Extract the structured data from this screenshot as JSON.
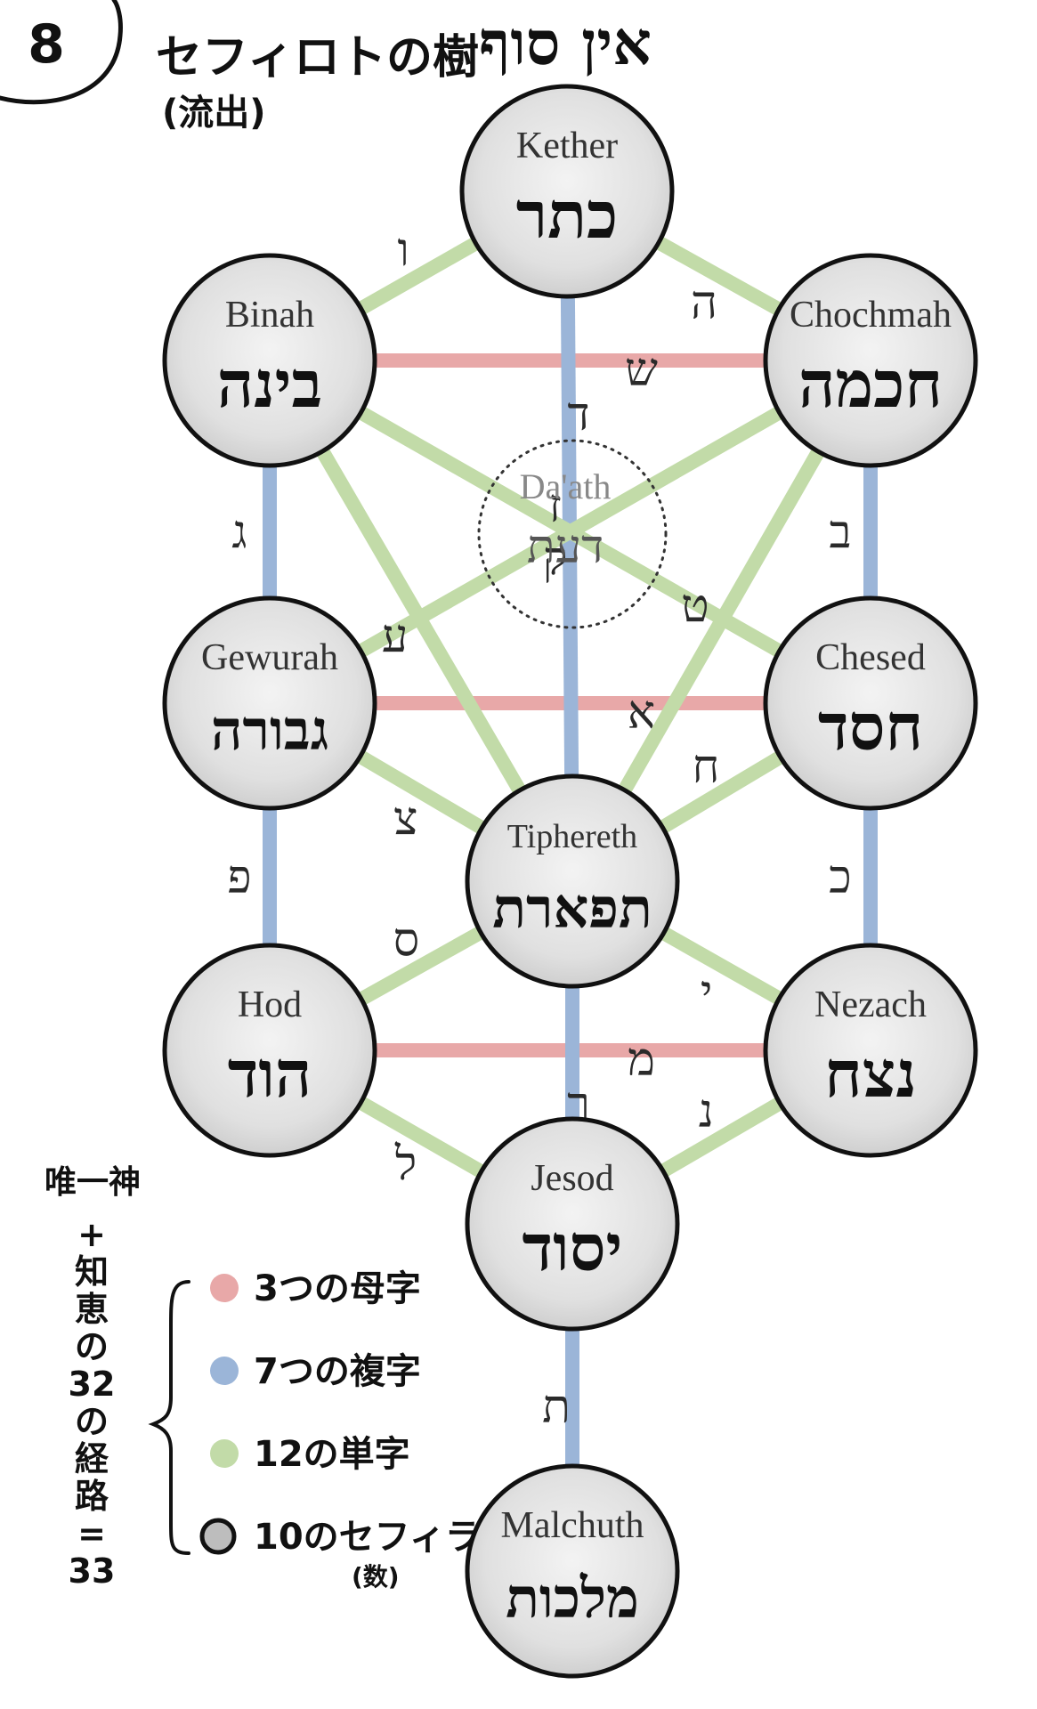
{
  "page_number": "8",
  "title": "セフィロトの樹",
  "subtitle": "(流出)",
  "ein_sof": "אין סוף",
  "colors": {
    "mother": "#e8a8a8",
    "double": "#9bb5d8",
    "simple": "#c2dba8",
    "node_fill": "#e3e3e3",
    "node_stroke": "#111111"
  },
  "sephiroth": [
    {
      "id": "kether",
      "name": "Kether",
      "hebrew": "כתר"
    },
    {
      "id": "binah",
      "name": "Binah",
      "hebrew": "בינה"
    },
    {
      "id": "chochmah",
      "name": "Chochmah",
      "hebrew": "חכמה"
    },
    {
      "id": "daath",
      "name": "Da'ath",
      "hebrew": "דעת"
    },
    {
      "id": "gewurah",
      "name": "Gewurah",
      "hebrew": "גבורה"
    },
    {
      "id": "chesed",
      "name": "Chesed",
      "hebrew": "חסד"
    },
    {
      "id": "tiphereth",
      "name": "Tiphereth",
      "hebrew": "תפארת"
    },
    {
      "id": "hod",
      "name": "Hod",
      "hebrew": "הוד"
    },
    {
      "id": "nezach",
      "name": "Nezach",
      "hebrew": "נצח"
    },
    {
      "id": "jesod",
      "name": "Jesod",
      "hebrew": "יסוד"
    },
    {
      "id": "malchuth",
      "name": "Malchuth",
      "hebrew": "מלכות"
    }
  ],
  "paths": [
    {
      "from": "binah",
      "to": "chochmah",
      "type": "mother",
      "letter": "ש"
    },
    {
      "from": "gewurah",
      "to": "chesed",
      "type": "mother",
      "letter": "א"
    },
    {
      "from": "hod",
      "to": "nezach",
      "type": "mother",
      "letter": "מ"
    },
    {
      "from": "kether",
      "to": "tiphereth",
      "type": "double",
      "letter": "ד"
    },
    {
      "from": "binah",
      "to": "gewurah",
      "type": "double",
      "letter": "ג"
    },
    {
      "from": "chochmah",
      "to": "chesed",
      "type": "double",
      "letter": "ב"
    },
    {
      "from": "gewurah",
      "to": "hod",
      "type": "double",
      "letter": "פ"
    },
    {
      "from": "chesed",
      "to": "nezach",
      "type": "double",
      "letter": "כ"
    },
    {
      "from": "tiphereth",
      "to": "jesod",
      "type": "double",
      "letter": "ר"
    },
    {
      "from": "jesod",
      "to": "malchuth",
      "type": "double",
      "letter": "ת"
    },
    {
      "from": "kether",
      "to": "binah",
      "type": "simple",
      "letter": "ו"
    },
    {
      "from": "kether",
      "to": "chochmah",
      "type": "simple",
      "letter": "ה"
    },
    {
      "from": "binah",
      "to": "chesed",
      "type": "simple",
      "letter": "ק"
    },
    {
      "from": "chochmah",
      "to": "gewurah",
      "type": "simple",
      "letter": "ז"
    },
    {
      "from": "binah",
      "to": "tiphereth",
      "type": "simple",
      "letter": "ע"
    },
    {
      "from": "chochmah",
      "to": "tiphereth",
      "type": "simple",
      "letter": "ט"
    },
    {
      "from": "gewurah",
      "to": "tiphereth",
      "type": "simple",
      "letter": "צ"
    },
    {
      "from": "chesed",
      "to": "tiphereth",
      "type": "simple",
      "letter": "ח"
    },
    {
      "from": "tiphereth",
      "to": "hod",
      "type": "simple",
      "letter": "ס"
    },
    {
      "from": "tiphereth",
      "to": "nezach",
      "type": "simple",
      "letter": "י"
    },
    {
      "from": "hod",
      "to": "jesod",
      "type": "simple",
      "letter": "ל"
    },
    {
      "from": "nezach",
      "to": "jesod",
      "type": "simple",
      "letter": "נ"
    }
  ],
  "side_note": [
    "唯",
    "一",
    "神",
    "+",
    "知",
    "恵",
    "の",
    "32",
    "の",
    "経",
    "路",
    "=",
    "33"
  ],
  "legend": [
    {
      "type": "mother",
      "label": "3つの母字"
    },
    {
      "type": "double",
      "label": "7つの複字"
    },
    {
      "type": "simple",
      "label": "12の単字"
    },
    {
      "type": "node",
      "label": "10のセフィラ",
      "sub": "(数)"
    }
  ]
}
